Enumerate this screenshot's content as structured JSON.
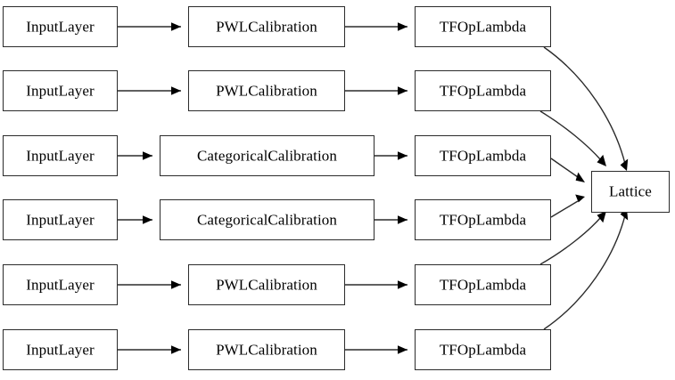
{
  "diagram": {
    "type": "model-architecture-graph",
    "title": "",
    "direction": "left-to-right",
    "background_color": "#ffffff",
    "node_fill": "#ffffff",
    "node_border_color": "#2b2b2b",
    "edge_color": "#2b2b2b",
    "text_color": "#000000",
    "rows": [
      {
        "index": 0,
        "input_label": "InputLayer",
        "calibration_label": "PWLCalibration",
        "lambda_label": "TFOpLambda",
        "edge_to_lattice": "curved"
      },
      {
        "index": 1,
        "input_label": "InputLayer",
        "calibration_label": "PWLCalibration",
        "lambda_label": "TFOpLambda",
        "edge_to_lattice": "curved"
      },
      {
        "index": 2,
        "input_label": "InputLayer",
        "calibration_label": "CategoricalCalibration",
        "lambda_label": "TFOpLambda",
        "edge_to_lattice": "straight"
      },
      {
        "index": 3,
        "input_label": "InputLayer",
        "calibration_label": "CategoricalCalibration",
        "lambda_label": "TFOpLambda",
        "edge_to_lattice": "straight"
      },
      {
        "index": 4,
        "input_label": "InputLayer",
        "calibration_label": "PWLCalibration",
        "lambda_label": "TFOpLambda",
        "edge_to_lattice": "curved"
      },
      {
        "index": 5,
        "input_label": "InputLayer",
        "calibration_label": "PWLCalibration",
        "lambda_label": "TFOpLambda",
        "edge_to_lattice": "curved"
      }
    ],
    "output_node": {
      "label": "Lattice",
      "incoming_edges": 6
    }
  }
}
